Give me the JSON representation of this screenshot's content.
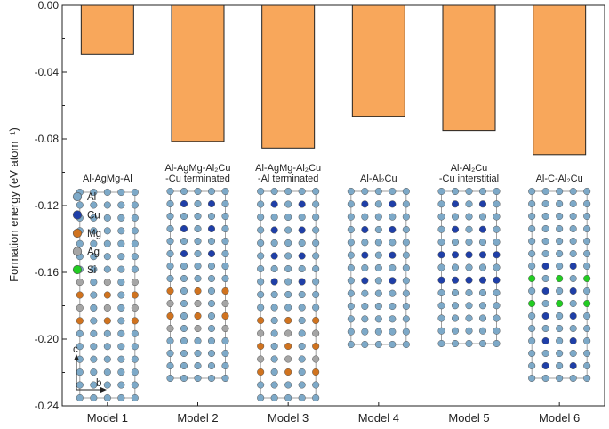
{
  "chart_data": {
    "type": "bar",
    "categories": [
      "Model 1",
      "Model 2",
      "Model 3",
      "Model 4",
      "Model 5",
      "Model 6"
    ],
    "values": [
      -0.0295,
      -0.0815,
      -0.0855,
      -0.0665,
      -0.075,
      -0.0895
    ],
    "ylabel": "Formation energy (eV atom⁻¹)",
    "ylim": [
      -0.24,
      0.0
    ],
    "yticks": [
      0.0,
      -0.04,
      -0.08,
      -0.12,
      -0.16,
      -0.2,
      -0.24
    ],
    "ytick_labels": [
      "0.00",
      "-0.04",
      "-0.08",
      "-0.12",
      "-0.16",
      "-0.20",
      "-0.24"
    ],
    "bar_color": "#F8A75B",
    "structure_labels": [
      [
        "Al-AgMg-Al"
      ],
      [
        "Al-AgMg-Al₂Cu",
        "-Cu terminated"
      ],
      [
        "Al-AgMg-Al₂Cu",
        "-Al terminated"
      ],
      [
        "Al-Al₂Cu"
      ],
      [
        "Al-Al₂Cu",
        "-Cu interstitial"
      ],
      [
        "Al-C-Al₂Cu"
      ]
    ],
    "legend": [
      {
        "label": "Al",
        "color": "#7DA9C8"
      },
      {
        "label": "Cu",
        "color": "#1F3FA8"
      },
      {
        "label": "Mg",
        "color": "#D0731F"
      },
      {
        "label": "Ag",
        "color": "#A5A5A5"
      },
      {
        "label": "Si",
        "color": "#22CC22"
      }
    ],
    "axes_indicator": {
      "vertical": "c",
      "horizontal": "b"
    }
  }
}
